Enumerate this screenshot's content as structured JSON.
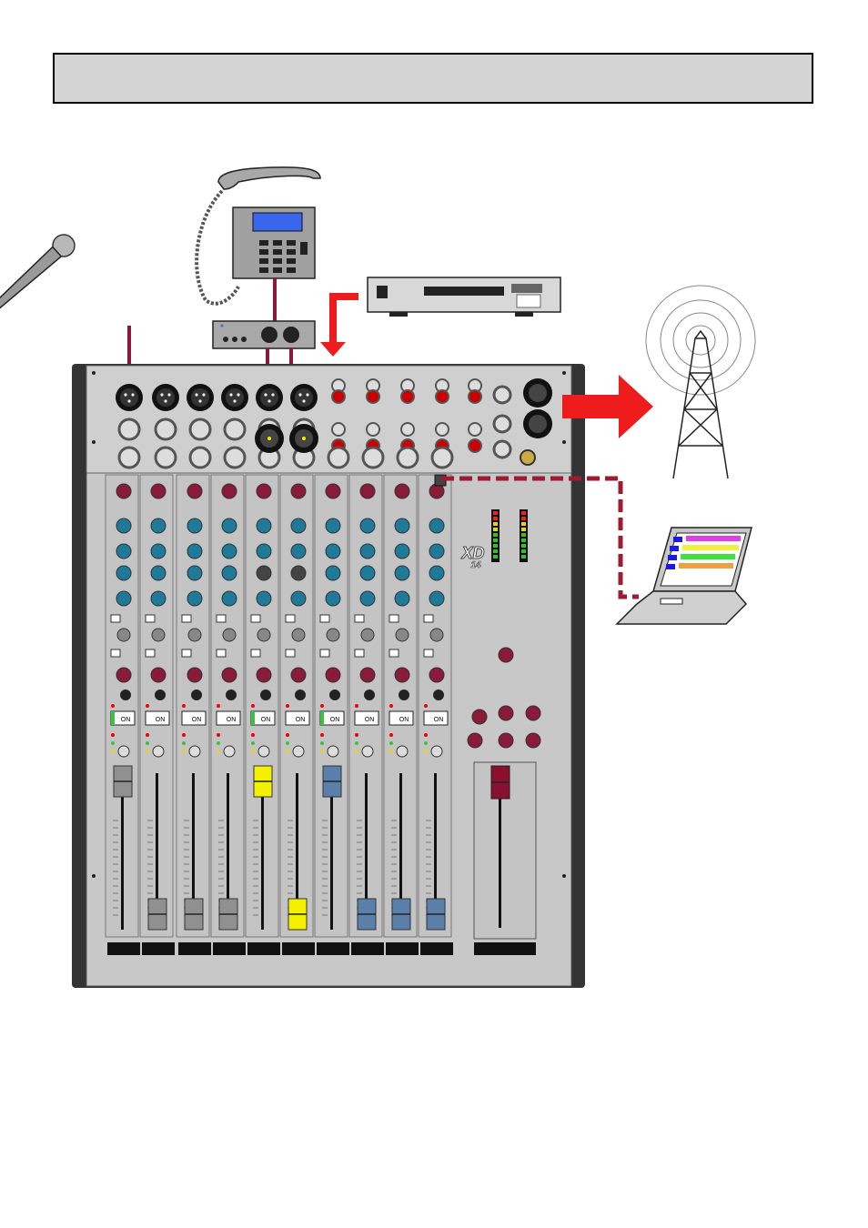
{
  "header": {
    "title": ""
  },
  "mixer": {
    "model": "XD",
    "model_number": "14",
    "mono_channel_count": 6,
    "stereo_channel_count": 4,
    "on_button_label": "ON",
    "fader_cap_colors": [
      "#909090",
      "#909090",
      "#909090",
      "#909090",
      "#f4f000",
      "#f4f000",
      "#5a7fa8",
      "#5a7fa8",
      "#5a7fa8",
      "#5a7fa8"
    ],
    "master_fader_color": "#8a1030",
    "knob_color": "#8a1a3a",
    "eq_knob_color": "#1f7a9a"
  },
  "devices": {
    "microphone": "microphone-icon",
    "telephone": "telephone-icon",
    "telephone_hybrid": "telephone-hybrid-icon",
    "cd_player": "cd-player-icon",
    "transmitter": "radio-transmitter-icon",
    "laptop": "laptop-icon"
  },
  "colors": {
    "cable": "#8b1a3a",
    "arrow": "#ee1c1c",
    "usb_link": "#a01a30",
    "panel": "#c8c8c8",
    "panel_dark": "#333333"
  }
}
